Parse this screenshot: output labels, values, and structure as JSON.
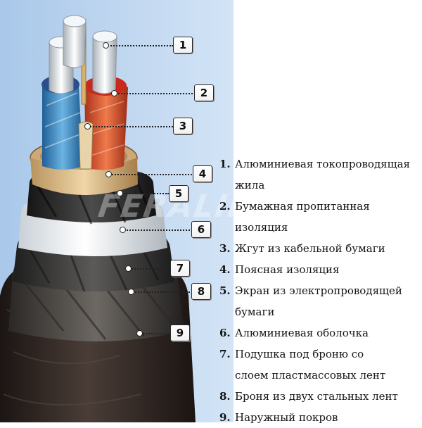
{
  "callouts": [
    "1",
    "2",
    "3",
    "4",
    "5",
    "6",
    "7",
    "8",
    "9"
  ],
  "legend": [
    {
      "num": "1.",
      "lines": [
        "Алюминиевая токопроводящая",
        "жила"
      ]
    },
    {
      "num": "2.",
      "lines": [
        "Бумажная пропитанная",
        "изоляция"
      ]
    },
    {
      "num": "3.",
      "lines": [
        "Жгут из кабельной бумаги"
      ]
    },
    {
      "num": "4.",
      "lines": [
        "Поясная изоляция"
      ]
    },
    {
      "num": "5.",
      "lines": [
        "Экран из электропроводящей",
        "бумаги"
      ]
    },
    {
      "num": "6.",
      "lines": [
        "Алюминиевая оболочка"
      ]
    },
    {
      "num": "7.",
      "lines": [
        "Подушка под броню со",
        "слоем пластмассовых лент"
      ]
    },
    {
      "num": "8.",
      "lines": [
        "Броня из двух стальных лент"
      ]
    },
    {
      "num": "9.",
      "lines": [
        "Наружный покров"
      ]
    }
  ],
  "watermark": "FERALINE",
  "colors": {
    "background_panel": "#b8d2ee",
    "conductor_blue": "#3a8fc8",
    "conductor_red": "#d9502a",
    "aluminum": "#e9eef2",
    "paper_tan": "#d8b88a",
    "outer_sheath": "#2a2220"
  }
}
